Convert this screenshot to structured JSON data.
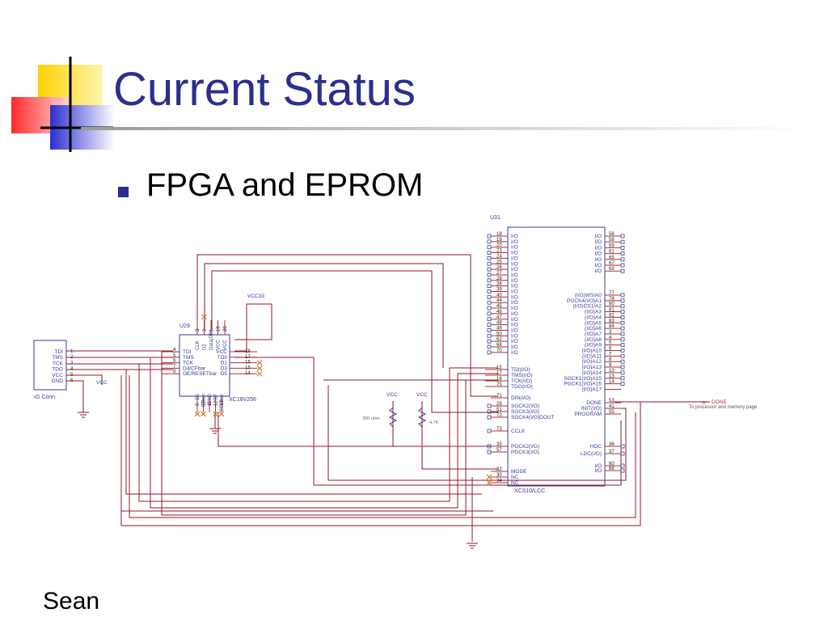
{
  "slide": {
    "title": "Current Status",
    "bullet": "FPGA and EPROM",
    "footer": "Sean"
  },
  "schematic": {
    "jtag_connector": {
      "label": "ıG Conn.",
      "pins": [
        {
          "name": "TDI",
          "num": "1"
        },
        {
          "name": "TMS",
          "num": "2"
        },
        {
          "name": "TCK",
          "num": "3"
        },
        {
          "name": "TDO",
          "num": "4"
        },
        {
          "name": "VCC",
          "num": "5"
        },
        {
          "name": "GND",
          "num": "6"
        }
      ]
    },
    "vcc_small": "VCC",
    "eprom": {
      "ref": "U29",
      "part": "XC18V256",
      "vcc_rail": "VCC33",
      "left_pins": [
        {
          "num": "4",
          "name": "TDI"
        },
        {
          "num": "5",
          "name": "TMS"
        },
        {
          "num": "6",
          "name": "TCK"
        },
        {
          "num": "7",
          "name": "D4/CFbar"
        },
        {
          "num": "8",
          "name": "OE/RESETbar"
        }
      ],
      "right_pins": [
        {
          "num": "18",
          "name": "VCC"
        },
        {
          "num": "17",
          "name": "TD0"
        },
        {
          "num": "16",
          "name": "D1"
        },
        {
          "num": "15",
          "name": "D3"
        },
        {
          "num": "14",
          "name": "D5"
        }
      ],
      "top_pins": [
        {
          "num": "3",
          "name": "CLK"
        },
        {
          "num": "2",
          "name": "D2"
        },
        {
          "num": "1",
          "name": "Data(D0)"
        },
        {
          "num": "19",
          "name": "VCC"
        },
        {
          "num": "20",
          "name": "VCC"
        }
      ],
      "bottom_pins": [
        {
          "num": "9",
          "name": "D6"
        },
        {
          "num": "10",
          "name": "CEbar"
        },
        {
          "num": "11",
          "name": "GND"
        },
        {
          "num": "12",
          "name": "D7"
        },
        {
          "num": "13",
          "name": "CEObar"
        }
      ]
    },
    "fpga": {
      "ref": "U31",
      "part": "XCS10/LCC",
      "left_io": [
        {
          "num": "18",
          "name": "I/O"
        },
        {
          "num": "19",
          "name": "I/O"
        },
        {
          "num": "20",
          "name": "I/O"
        },
        {
          "num": "23",
          "name": "I/O"
        },
        {
          "num": "24",
          "name": "I/O"
        },
        {
          "num": "25",
          "name": "I/O"
        },
        {
          "num": "26",
          "name": "I/O"
        },
        {
          "num": "27",
          "name": "I/O"
        },
        {
          "num": "28",
          "name": "I/O"
        },
        {
          "num": "38",
          "name": "I/O"
        },
        {
          "num": "39",
          "name": "I/O"
        },
        {
          "num": "40",
          "name": "I/O"
        },
        {
          "num": "44",
          "name": "I/O"
        },
        {
          "num": "45",
          "name": "I/O"
        },
        {
          "num": "46",
          "name": "I/O"
        },
        {
          "num": "47",
          "name": "I/O"
        },
        {
          "num": "48",
          "name": "I/O"
        },
        {
          "num": "49",
          "name": "I/O"
        },
        {
          "num": "50",
          "name": "I/O"
        },
        {
          "num": "62",
          "name": "I/O"
        },
        {
          "num": "68",
          "name": "I/O"
        },
        {
          "num": "70",
          "name": "I/O"
        }
      ],
      "left_special": [
        {
          "num": "15",
          "name": "TDI(I/O)"
        },
        {
          "num": "17",
          "name": "TMS(I/O)"
        },
        {
          "num": "16",
          "name": "TCK(I/O)"
        },
        {
          "num": "75",
          "name": "TDO(I/O)"
        },
        {
          "num": "71",
          "name": "DIN(I/O)"
        },
        {
          "num": "29",
          "name": "SGCK2(I/O)"
        },
        {
          "num": "51",
          "name": "SGCK3(I/O)"
        },
        {
          "num": "72",
          "name": "SGCK4(I/O)DOUT"
        },
        {
          "num": "73",
          "name": "CCLK"
        },
        {
          "num": "35",
          "name": "PGCK2(I/O)"
        },
        {
          "num": "57",
          "name": "PGCK3(I/O)"
        },
        {
          "num": "32",
          "name": "MODE"
        },
        {
          "num": "30",
          "name": "NC"
        },
        {
          "num": "34",
          "name": "NC"
        }
      ],
      "right_io": [
        {
          "num": "56",
          "name": "I/O"
        },
        {
          "num": "58",
          "name": "I/O"
        },
        {
          "num": "59",
          "name": "I/O"
        },
        {
          "num": "61",
          "name": "I/O"
        },
        {
          "num": "65",
          "name": "I/O"
        },
        {
          "num": "67",
          "name": "I/O"
        },
        {
          "num": "69",
          "name": "I/O"
        }
      ],
      "right_addr": [
        {
          "num": "77",
          "name": "(I/O)WS/A0"
        },
        {
          "num": "78",
          "name": "PGCK4(I/O)A1"
        },
        {
          "num": "80",
          "name": "(I/O)CS1/A2"
        },
        {
          "num": "81",
          "name": "(I/O)A3"
        },
        {
          "num": "82",
          "name": "(I/O)A4"
        },
        {
          "num": "83",
          "name": "(I/O)A5"
        },
        {
          "num": "84",
          "name": "(I/O)A6"
        },
        {
          "num": "3",
          "name": "(I/O)A7"
        },
        {
          "num": "4",
          "name": "(I/O)A8"
        },
        {
          "num": "5",
          "name": "(I/O)A9"
        },
        {
          "num": "6",
          "name": "(I/O)A10"
        },
        {
          "num": "7",
          "name": "(I/O)A11"
        },
        {
          "num": "8",
          "name": "(I/O)A12"
        },
        {
          "num": "9",
          "name": "(I/O)A13"
        },
        {
          "num": "10",
          "name": "(I/O)A14"
        },
        {
          "num": "13",
          "name": "SGCK1(I/O)A15"
        },
        {
          "num": "14",
          "name": "PGCK1(I/O)A16"
        },
        {
          "num": "",
          "name": "(I/O)A17"
        }
      ],
      "right_ctrl": [
        {
          "num": "53",
          "name": "DONE"
        },
        {
          "num": "41",
          "name": "INIT(I/O)"
        },
        {
          "num": "55",
          "name": "PROGRAM"
        }
      ],
      "right_bottom": [
        {
          "num": "36",
          "name": "HDC"
        },
        {
          "num": "37",
          "name": "LDC(I/O)"
        },
        {
          "num": "60",
          "name": "I/O"
        },
        {
          "num": "66",
          "name": "I/O"
        }
      ]
    },
    "done_net": "DONE",
    "done_note": "To processor and memory page",
    "vcc_left": "VCC",
    "vcc_right": "VCC",
    "res1": "300 ohm",
    "res2": "4.7K"
  },
  "colors": {
    "title": "#2b2f8f",
    "wire": "#8b1a2a",
    "component": "#3a3a9a",
    "pin_line": "#b03030",
    "no_connect": "#cc6600",
    "deco_yellow": "#ffd200",
    "deco_red": "#ff3030",
    "deco_blue": "#2b2fcf"
  }
}
